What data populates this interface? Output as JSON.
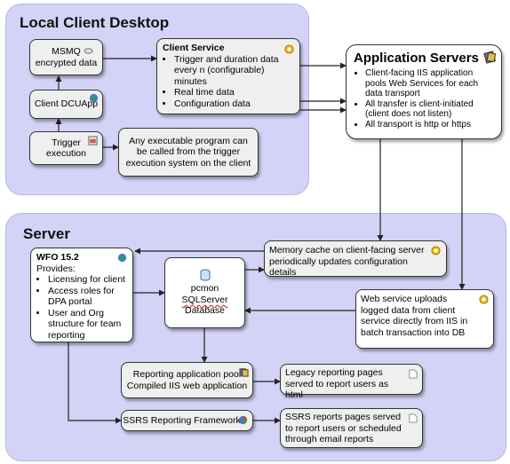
{
  "local_desktop": {
    "title": "Local Client Desktop",
    "msmq": [
      "MSMQ",
      "encrypted data"
    ],
    "client_dcu": "Client DCUApp",
    "trigger": [
      "Trigger",
      "execution"
    ],
    "client_service": {
      "title": "Client Service",
      "items": [
        "Trigger and duration data every n (configurable) minutes",
        "Real time data",
        "Configuration data"
      ]
    },
    "executable_note": "Any executable program can be called from the trigger execution system on the client"
  },
  "app_servers": {
    "title": "Application Servers",
    "items": [
      "Client-facing IIS application pools Web Services for each data transport",
      "All transfer is client-initiated (client does not listen)",
      "All transport is http or https"
    ]
  },
  "server": {
    "title": "Server",
    "wfo": {
      "title": "WFO 15.2",
      "provides": "Provides:",
      "items": [
        "Licensing for client",
        "Access roles for DPA portal",
        "User and Org structure for team reporting"
      ]
    },
    "pcmon": [
      "pcmon",
      "SQLServer",
      "Database"
    ],
    "memory_cache": "Memory cache on client-facing server periodically  updates configuration details",
    "web_service": "Web service uploads logged data from client service directly from IIS in batch transaction into DB",
    "reporting_pool": [
      "Reporting application pool",
      "Compiled IIS web application"
    ],
    "legacy": "Legacy reporting pages served to report users as html",
    "ssrs_framework": "SSRS Reporting Framework",
    "ssrs_pages": "SSRS reports pages served to report users or scheduled through email reports"
  },
  "colors": {
    "region_fill": "#d3d3f7",
    "box_fill": "#efefef",
    "arrow": "#222222"
  }
}
